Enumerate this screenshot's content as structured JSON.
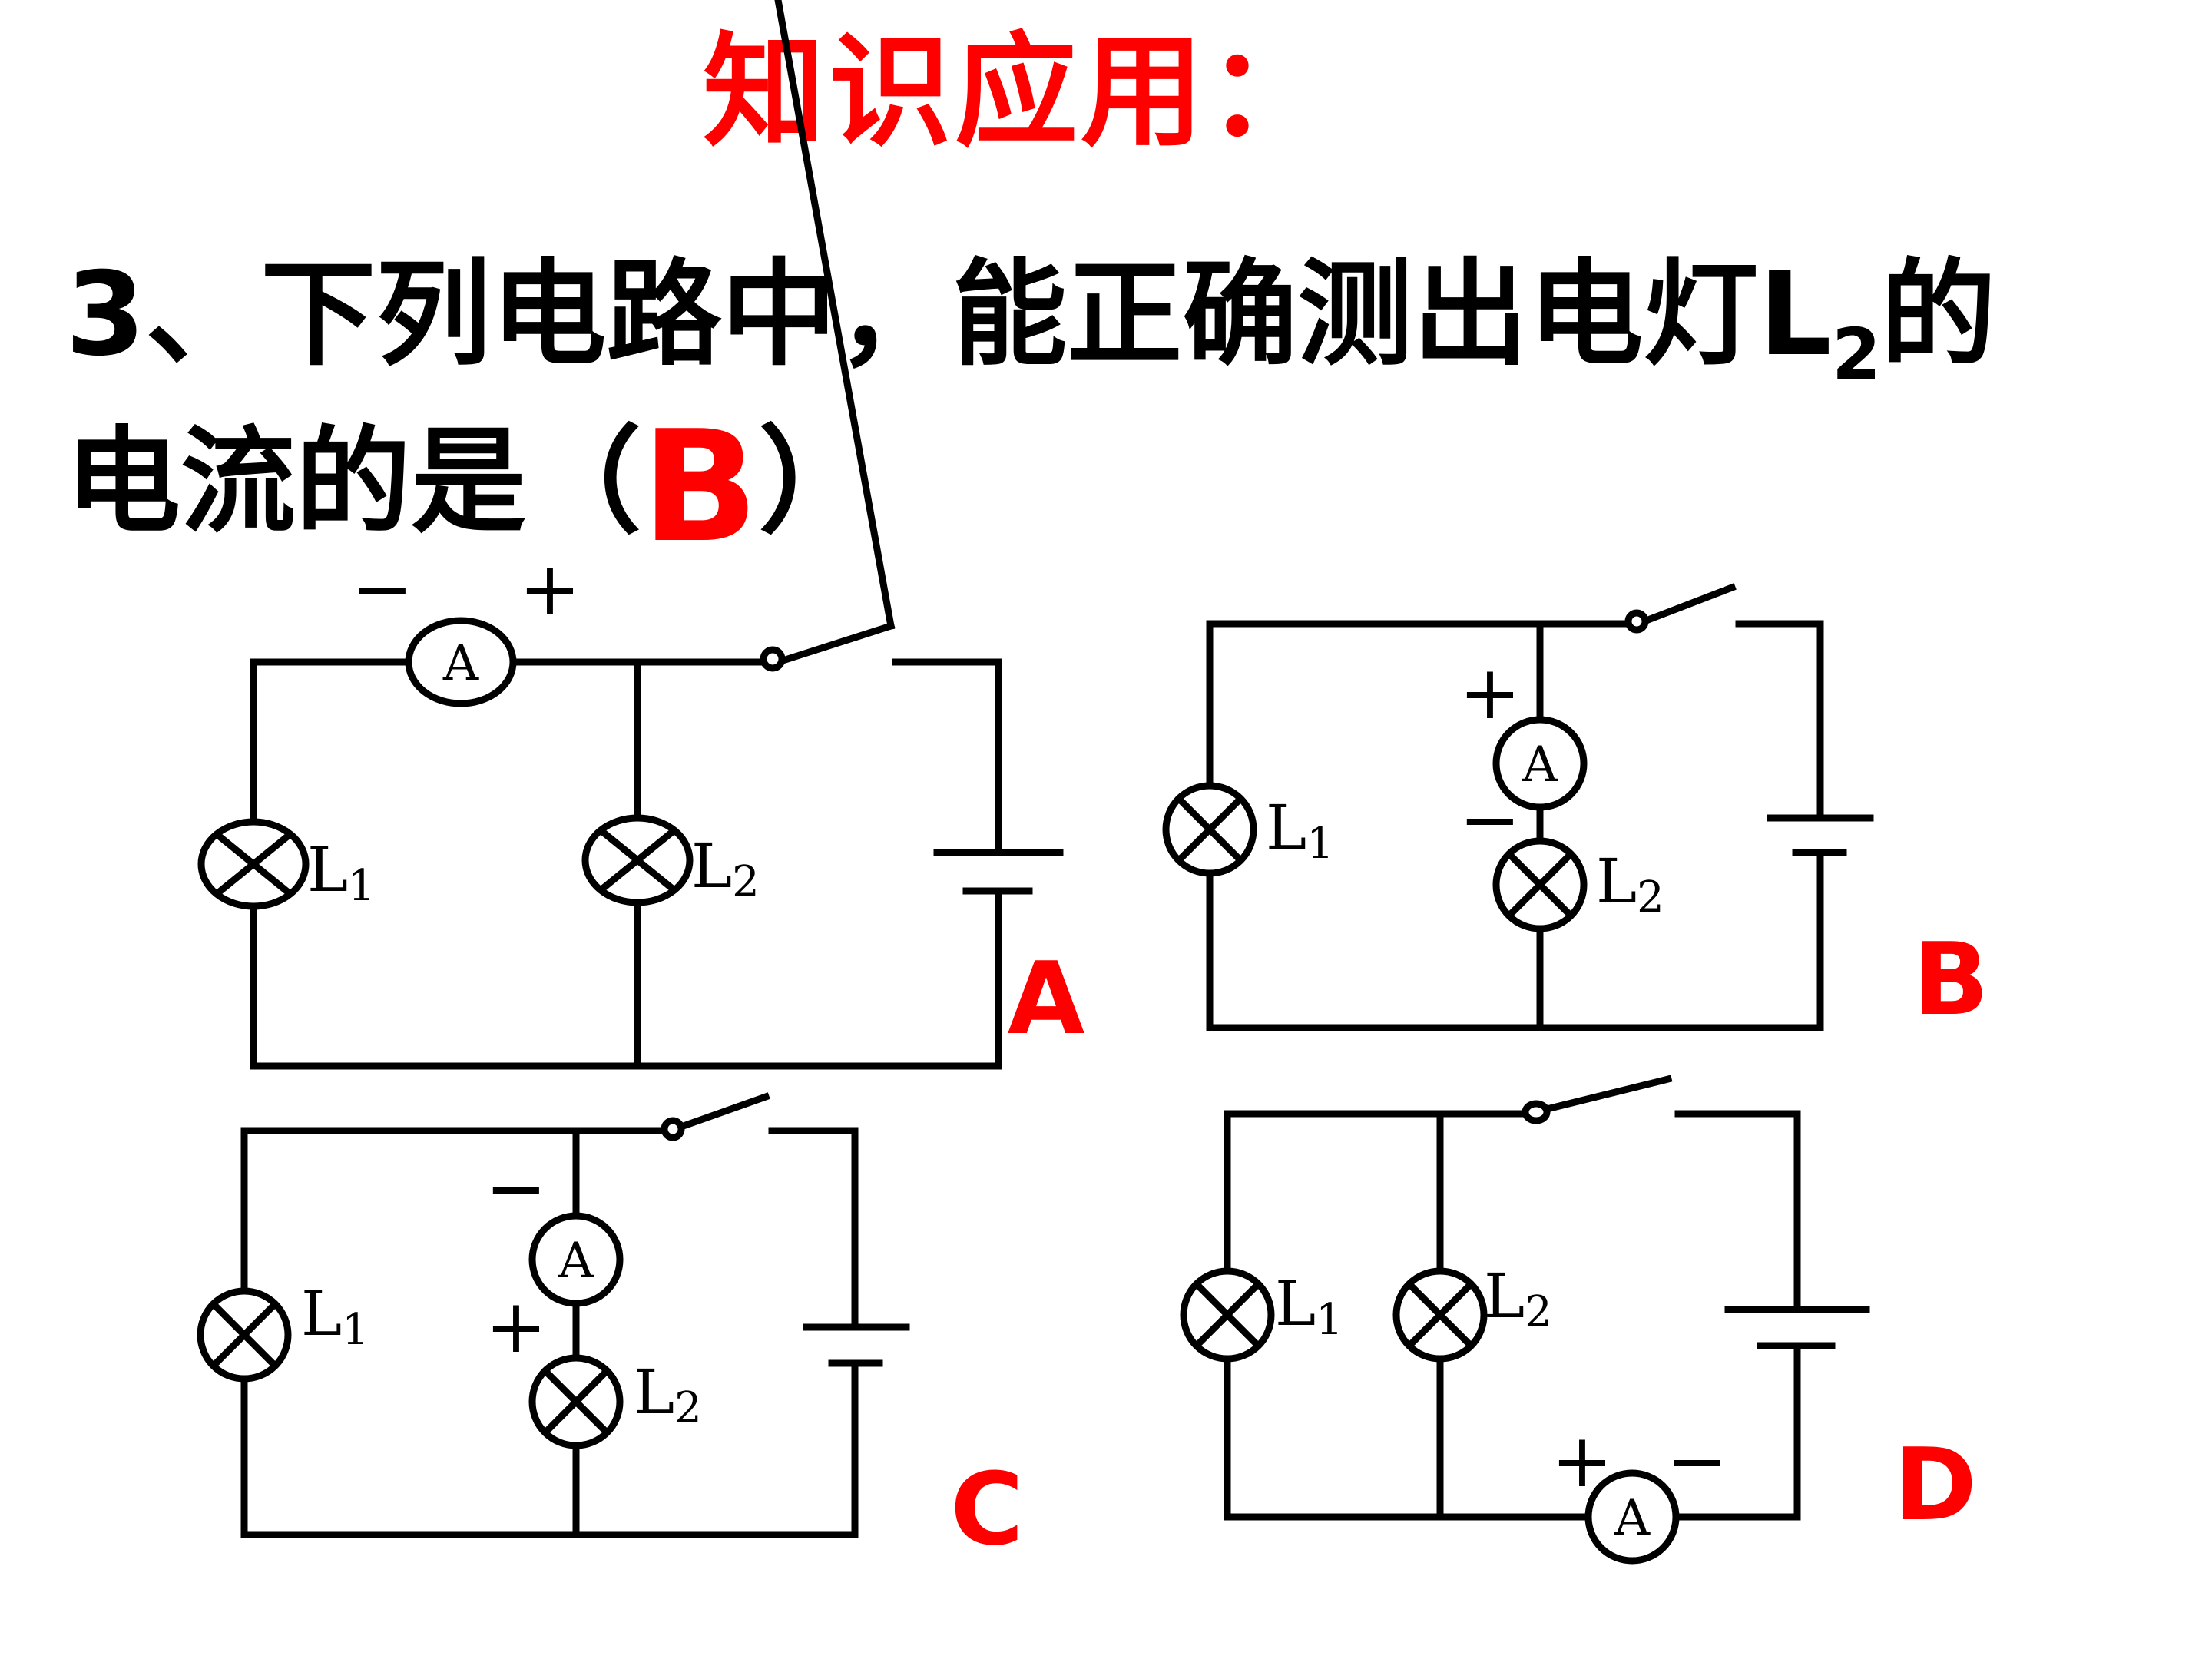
{
  "heading": "知识应用：",
  "question": {
    "line1_before_sub": "3、下列电路中，能正确测出电灯L",
    "line1_sub": "2",
    "line1_after_sub": "的",
    "line2_before": "电流的是（",
    "answer": "B",
    "line2_after": "）"
  },
  "symbols": {
    "ammeter": "A",
    "lamp_prefix": "L",
    "lamp1_sub": "1",
    "lamp2_sub": "2",
    "plus": "+",
    "minus": "−"
  },
  "options": {
    "a": {
      "label": "A"
    },
    "b": {
      "label": "B"
    },
    "c": {
      "label": "C"
    },
    "d": {
      "label": "D"
    }
  },
  "colors": {
    "accent": "#ff0000",
    "ink": "#000000"
  }
}
